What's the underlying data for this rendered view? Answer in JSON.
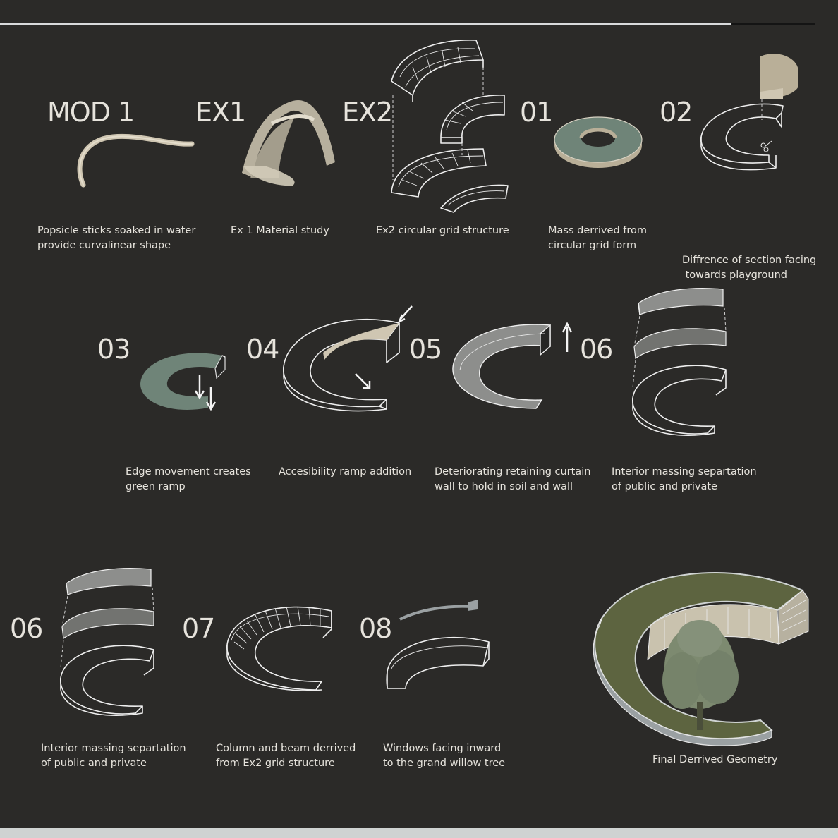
{
  "labels": {
    "mod1": "MOD 1",
    "ex1": "EX1",
    "ex2": "EX2",
    "s01": "01",
    "s02": "02",
    "s03": "03",
    "s04": "04",
    "s05": "05",
    "s06a": "06",
    "s06b": "06",
    "s07": "07",
    "s08": "08"
  },
  "captions": {
    "mod1": [
      "Popsicle sticks soaked in water",
      "provide curvalinear shape"
    ],
    "ex1": [
      "Ex 1 Material study"
    ],
    "ex2": [
      "Ex2 circular grid structure"
    ],
    "s01": [
      "Mass derrived from",
      "circular grid form"
    ],
    "s02": [
      "Diffrence of section facing",
      " towards playground"
    ],
    "s03": [
      "Edge movement creates",
      "green ramp"
    ],
    "s04": [
      "Accesibility ramp addition"
    ],
    "s05": [
      "Deteriorating retaining curtain",
      "wall to hold in soil and wall"
    ],
    "s06a": [
      "Interior massing separtation",
      "of public and private"
    ],
    "s06b": [
      "Interior massing separtation",
      "of public and private"
    ],
    "s07": [
      "Column and beam derrived",
      "from Ex2 grid structure"
    ],
    "s08": [
      "Windows facing inward",
      "to the grand willow tree"
    ],
    "final": [
      "Final Derrived Geometry"
    ]
  },
  "colors": {
    "background": "#2b2a28",
    "text": "#e6e3dc",
    "beige": "#cfc6b2",
    "sage": "#6f8478",
    "olive": "#5d6440",
    "grey": "#8d8e8c"
  },
  "icons": {
    "scissors": "scissors-icon",
    "arrows": "arrow-icon",
    "tree": "willow-tree-icon"
  }
}
